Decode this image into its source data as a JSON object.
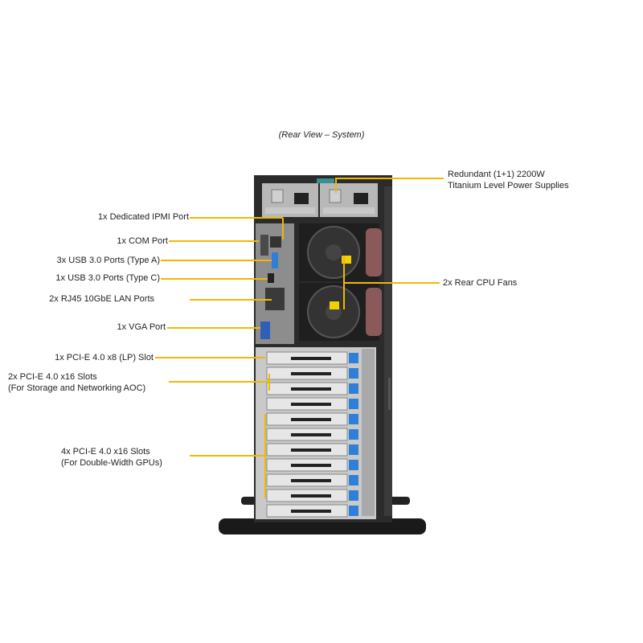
{
  "caption": "(Rear View – System)",
  "colors": {
    "leader": "#f2b705",
    "chassis": "#2b2b2b",
    "panel": "#9a9a9a",
    "pcie_latch": "#2f7fd8"
  },
  "labels_left": [
    {
      "text": "1x Dedicated IPMI Port"
    },
    {
      "text": "1x COM Port"
    },
    {
      "text": "3x USB 3.0 Ports (Type A)"
    },
    {
      "text": "1x USB 3.0 Ports (Type C)"
    },
    {
      "text": "2x RJ45 10GbE LAN Ports"
    },
    {
      "text": "1x VGA Port"
    },
    {
      "text": "1x PCI-E 4.0 x8 (LP) Slot"
    },
    {
      "line1": "2x PCI-E 4.0 x16 Slots",
      "line2": "(For Storage and Networking  AOC)"
    },
    {
      "line1": "4x PCI-E 4.0 x16 Slots",
      "line2": "(For Double-Width GPUs)"
    }
  ],
  "labels_right": [
    {
      "line1": "Redundant (1+1) 2200W",
      "line2": "Titanium Level Power Supplies"
    },
    {
      "text": "2x Rear CPU Fans"
    }
  ]
}
